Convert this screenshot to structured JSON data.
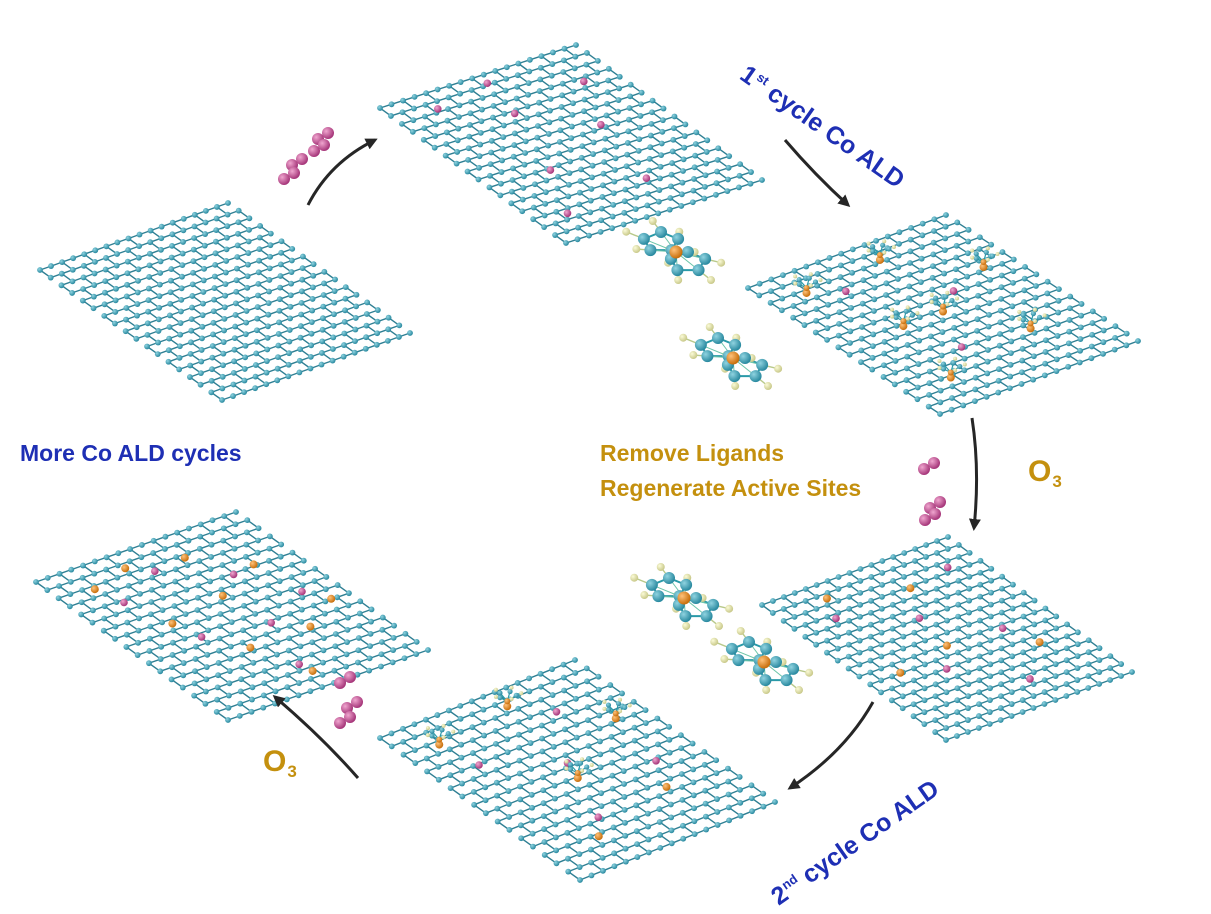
{
  "labels": {
    "more_cycles": "More Co ALD cycles",
    "remove_ligands": "Remove Ligands",
    "regenerate_sites": "Regenerate Active Sites",
    "cycle1_num": "1",
    "cycle1_sup": "st",
    "cycle1_text": " cycle Co ALD",
    "cycle2_num": "2",
    "cycle2_sup": "nd",
    "cycle2_text": " cycle Co ALD",
    "o3_main": "O",
    "o3_sub": "3"
  },
  "colors": {
    "carbon": "#3f9db1",
    "bond": "#2f7f93",
    "dopant": "#c0508f",
    "cobalt": "#e08a1e",
    "hydrogen": "#e8e8a4",
    "ligand_ring": "#2a9aa8",
    "arrow": "#262626",
    "blue_text": "#1e2fb4",
    "gold_text": "#c4900e"
  },
  "icons": [
    "molecular-reactant-icon",
    "cobalt-precursor-icon",
    "ozone-molecule-icon",
    "process-arrow-icon"
  ]
}
